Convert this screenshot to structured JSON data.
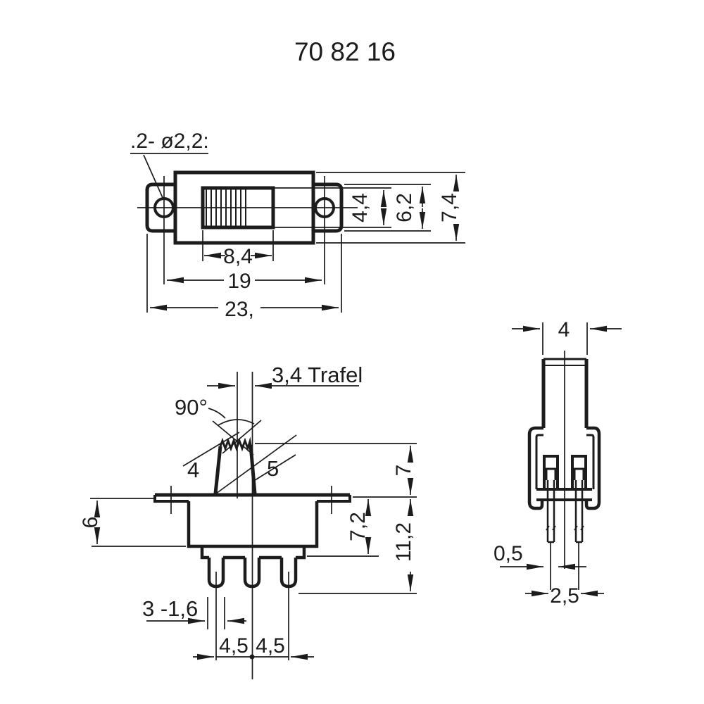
{
  "title": "70 82 16",
  "colors": {
    "ink": "#1c1c1c",
    "paper": "#ffffff"
  },
  "views": {
    "top": {
      "dims": {
        "mounting_holes_note": ".2- ø2,2:",
        "slider_knob_width": "8,4",
        "mounting_hole_spacing": "19",
        "overall_length": "23,",
        "slider_opening_height": "4,4",
        "flange_height": "6,2",
        "body_height": "7,4"
      }
    },
    "front": {
      "dims": {
        "travel": "3,4 Trafel",
        "knob_flank_angle": "90°",
        "knob_top_width": "4",
        "knob_base_width": "5",
        "flange_to_body_bottom": "6",
        "body_depth": "7,2",
        "knob_height": "7",
        "overall_height": "11,2",
        "terminal_note": "3 -1,6",
        "terminal_pitch_left": "4,5",
        "terminal_pitch_right": "4,5"
      }
    },
    "side": {
      "dims": {
        "knob_thickness": "4",
        "terminal_thickness": "0,5",
        "terminal_spacing": "2,5"
      }
    }
  }
}
